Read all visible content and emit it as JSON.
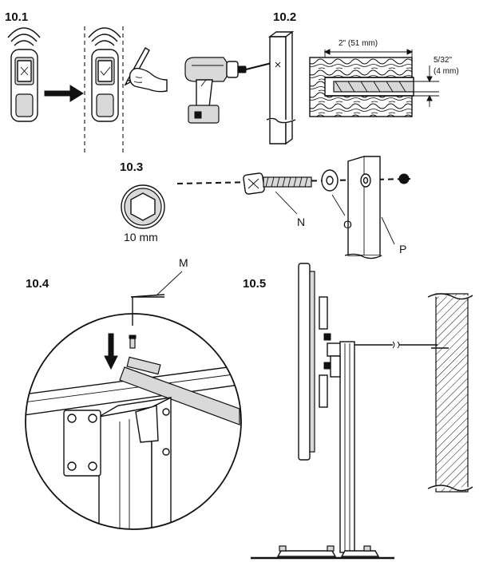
{
  "steps": {
    "s1": "10.1",
    "s2": "10.2",
    "s3": "10.3",
    "s4": "10.4",
    "s5": "10.5"
  },
  "drill_dims": {
    "depth": "2\" (51 mm)",
    "dia_in": "5/32\"",
    "dia_mm": "(4 mm)"
  },
  "socket_size": "10 mm",
  "callouts": {
    "n": "N",
    "o": "O",
    "p": "P",
    "m": "M"
  }
}
